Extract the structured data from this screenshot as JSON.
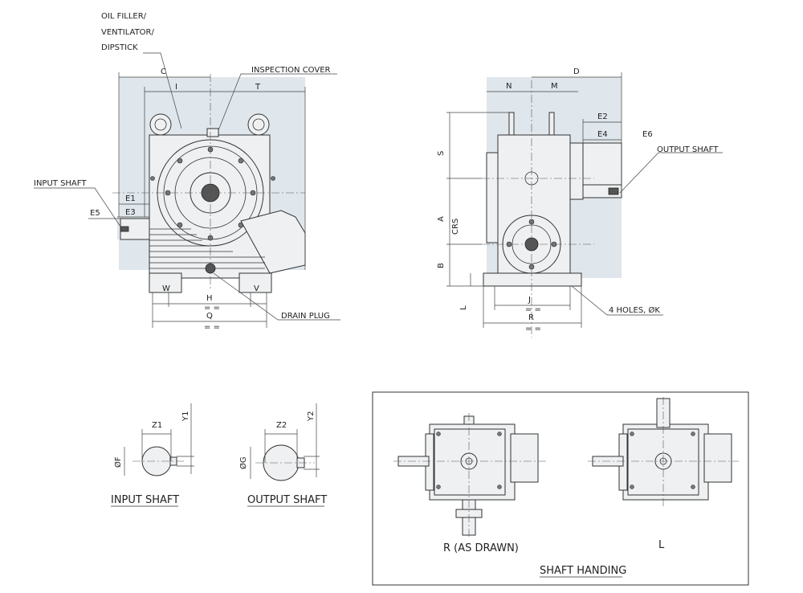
{
  "labels": {
    "oil_filler_1": "OIL FILLER/",
    "oil_filler_2": "VENTILATOR/",
    "oil_filler_3": "DIPSTICK",
    "inspection_cover": "INSPECTION COVER",
    "input_shaft": "INPUT SHAFT",
    "drain_plug": "DRAIN PLUG",
    "output_shaft": "OUTPUT SHAFT",
    "holes": "4 HOLES, ØK"
  },
  "dims_front": {
    "C": "C",
    "I": "I",
    "T": "T",
    "E1": "E1",
    "E3": "E3",
    "E5": "E5",
    "W": "W",
    "V": "V",
    "H": "H",
    "Q": "Q",
    "eq1": "= =",
    "eq2": "= ="
  },
  "dims_side": {
    "N": "N",
    "M": "M",
    "D": "D",
    "E2": "E2",
    "E4": "E4",
    "E6": "E6",
    "S": "S",
    "A": "A",
    "CRS": "CRS",
    "B": "B",
    "L": "L",
    "J": "J",
    "R": "R",
    "eq1": "= =",
    "eq2": "= ="
  },
  "shaft_details": {
    "input": {
      "Z": "Z1",
      "Y": "Y1",
      "dia": "ØF",
      "caption": "INPUT SHAFT"
    },
    "output": {
      "Z": "Z2",
      "Y": "Y2",
      "dia": "ØG",
      "caption": "OUTPUT SHAFT"
    }
  },
  "handing": {
    "right_label": "R (AS DRAWN)",
    "left_label": "L",
    "caption": "SHAFT HANDING"
  }
}
